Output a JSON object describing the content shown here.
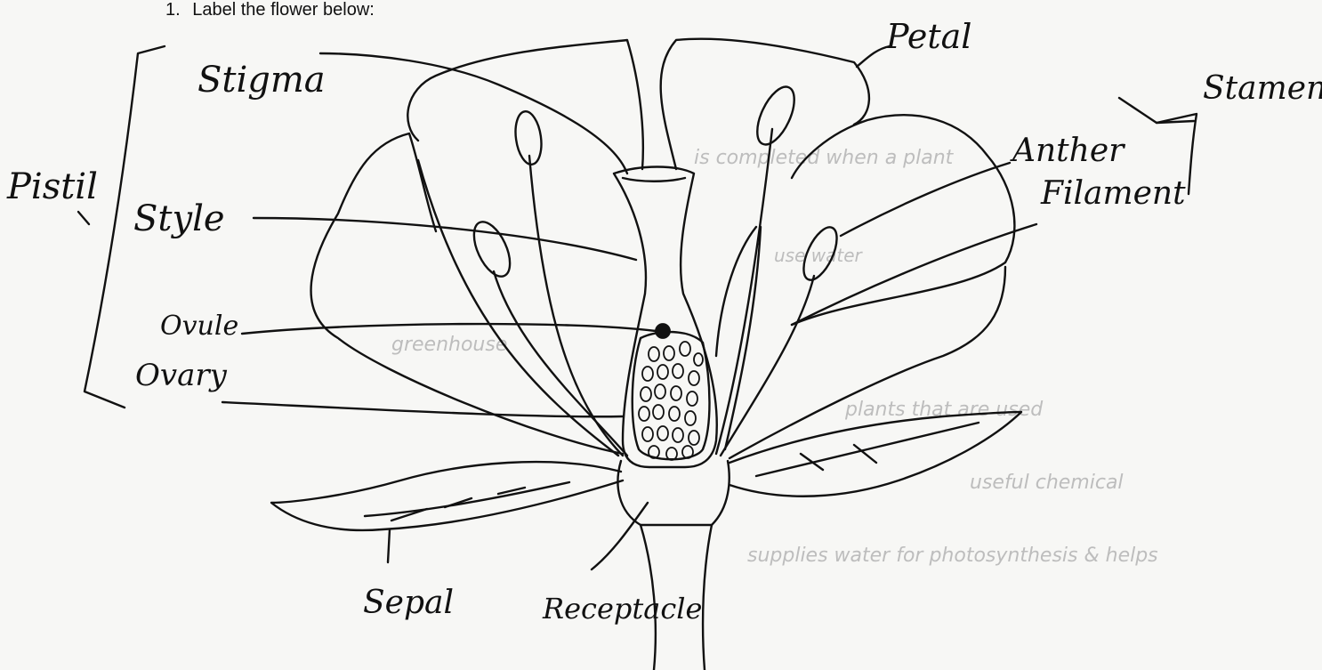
{
  "question": {
    "number": "1.",
    "text": "Label the flower below:"
  },
  "background_text": [
    "greenhouse",
    "is completed when a plant",
    "use water",
    "plants that are used",
    "useful chemical",
    "supplies water for photosynthesis & helps"
  ],
  "labels": {
    "stigma": "Stigma",
    "petal": "Petal",
    "stamen": "Stamen",
    "pistil": "Pistil",
    "anther": "Anther",
    "style": "Style",
    "filament": "Filament",
    "ovule": "Ovule",
    "ovary": "Ovary",
    "sepal": "Sepal",
    "receptacle": "Receptacle"
  },
  "colors": {
    "ink": "#111111",
    "faint_text": "#bdbdbd",
    "paper": "#f7f7f5"
  }
}
